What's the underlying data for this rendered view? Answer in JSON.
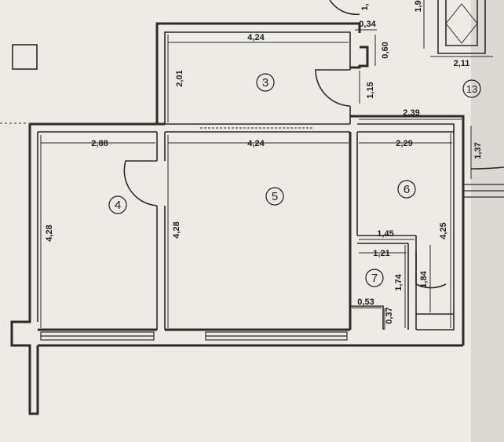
{
  "rooms": [
    {
      "number": "3"
    },
    {
      "number": "4"
    },
    {
      "number": "5"
    },
    {
      "number": "6"
    },
    {
      "number": "7"
    },
    {
      "number": "13"
    }
  ],
  "dimensions": {
    "room3_width": "4,24",
    "room3_height": "2,01",
    "room3_door_gap": "1,15",
    "top_small_a": "0,34",
    "top_small_b": "0,60",
    "top_cut": "1,",
    "room4_width": "2,88",
    "room4_height": "4,28",
    "room5_width": "4,24",
    "room5_height": "4,28",
    "corridor_width": "2,39",
    "room6_width": "2,29",
    "room6_height": "4,25",
    "right_side": "1,37",
    "room7_top": "1,45",
    "room7_inner": "1,21",
    "room7_height": "1,74",
    "closet_height": "1,84",
    "small_a": "0,53",
    "small_b": "0,37",
    "stair_width": "2,11",
    "stair_cut": "1,9"
  }
}
